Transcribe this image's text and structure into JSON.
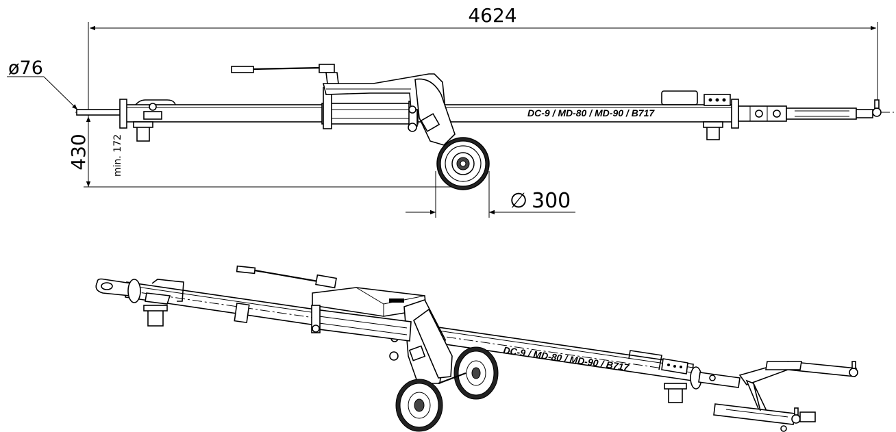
{
  "dimensions": {
    "overall_length": "4624",
    "eye_diameter": "ø76",
    "height": "430",
    "min_clearance": "min. 172",
    "wheel_diameter_symbol": "∅",
    "wheel_diameter": "300"
  },
  "labels": {
    "side_view_model": "DC-9 / MD-80 / MD-90 / B717",
    "iso_view_model": "DC-9 / MD-80 / MD-90 / B717"
  },
  "colors": {
    "line": "#000000",
    "background": "#ffffff"
  }
}
